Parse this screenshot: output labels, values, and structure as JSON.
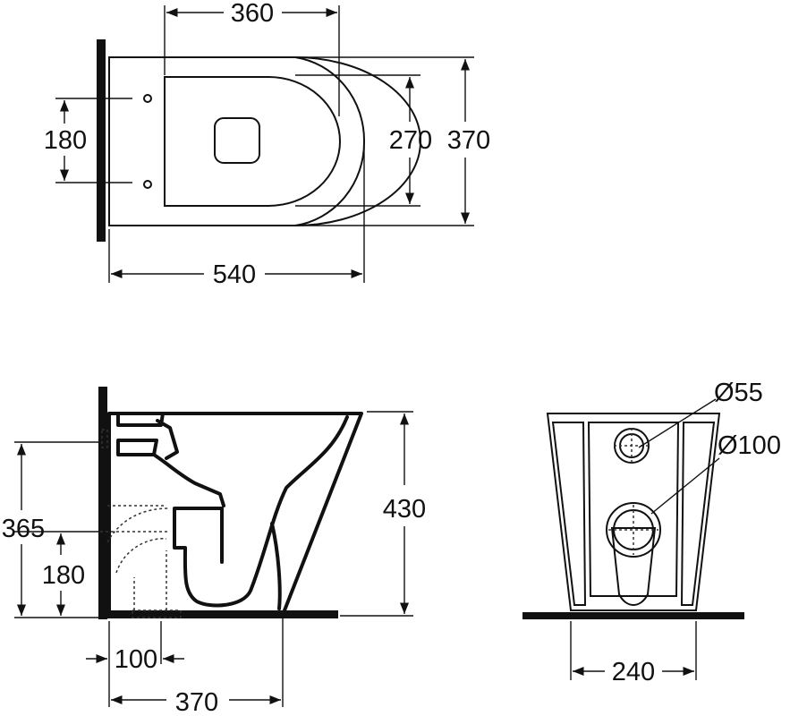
{
  "dimensions": {
    "top_width": "360",
    "top_hole_spacing": "180",
    "top_inner_depth": "270",
    "top_outer_depth": "370",
    "top_length": "540",
    "side_height": "430",
    "side_inlet_height": "365",
    "side_outlet_height": "180",
    "side_outlet_offset": "100",
    "side_length": "370",
    "back_inlet_diameter": "Ø55",
    "back_outlet_diameter": "Ø100",
    "back_width": "240"
  }
}
